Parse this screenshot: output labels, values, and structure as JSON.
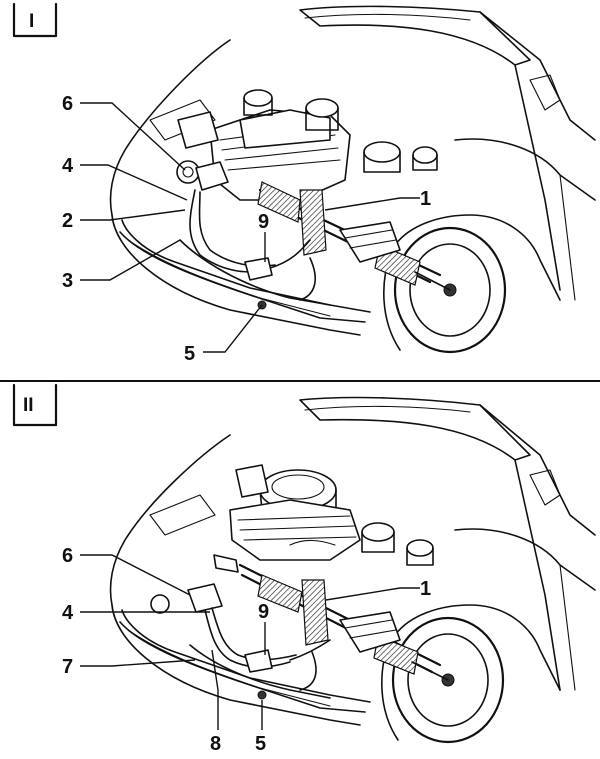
{
  "panels": [
    {
      "label": "I",
      "callouts": [
        "6",
        "4",
        "2",
        "3",
        "9",
        "1",
        "5"
      ]
    },
    {
      "label": "II",
      "callouts": [
        "6",
        "4",
        "7",
        "9",
        "1",
        "8",
        "5"
      ]
    }
  ]
}
